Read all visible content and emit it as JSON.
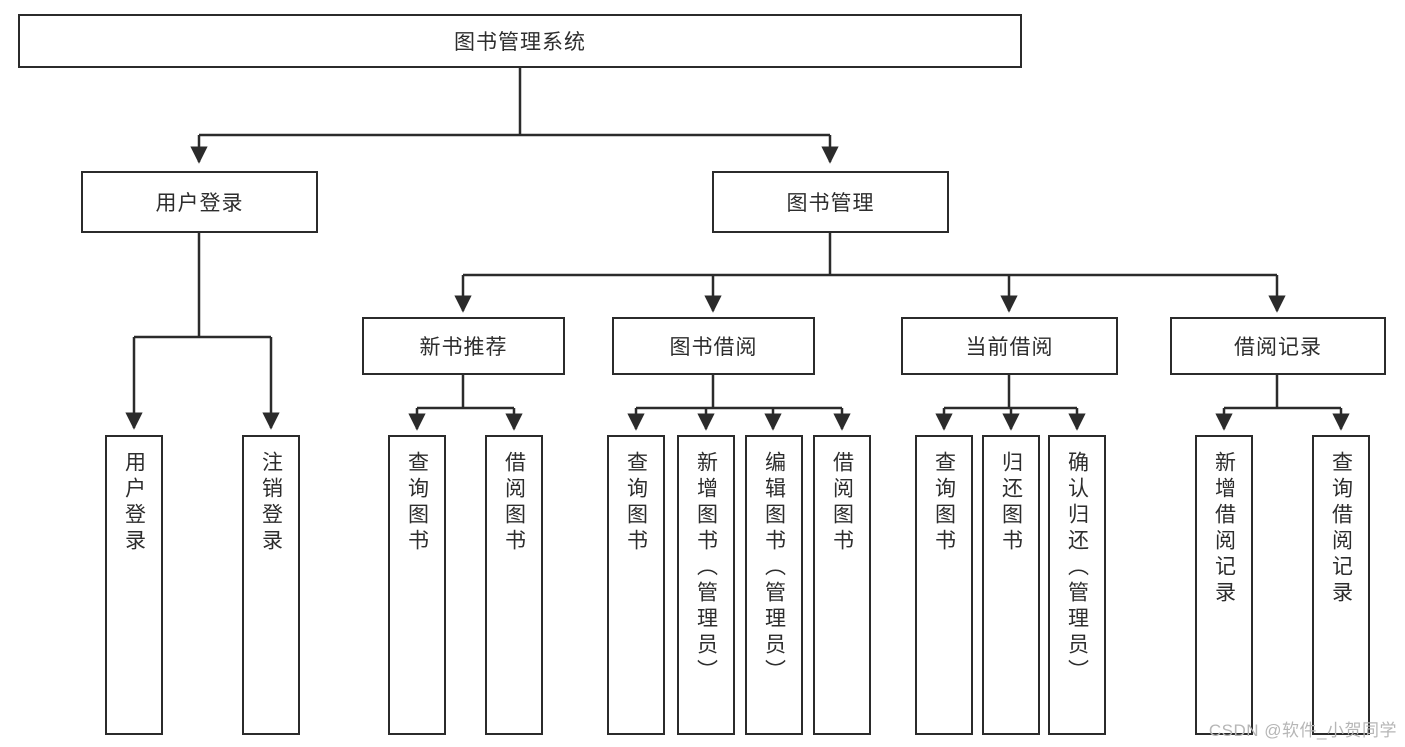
{
  "diagram": {
    "type": "tree-hierarchy-chart",
    "title": "图书管理系统",
    "watermark": "CSDN @软件_小贺同学",
    "colors": {
      "box_border": "#2b2b2b",
      "box_fill": "#ffffff",
      "text": "#2d2d2d",
      "connector": "#2b2b2b",
      "watermark": "#b6b6b6",
      "background": "#ffffff"
    },
    "root": {
      "label": "图书管理系统",
      "orientation": "horizontal"
    },
    "level2": [
      {
        "label": "用户登录",
        "orientation": "horizontal"
      },
      {
        "label": "图书管理",
        "orientation": "horizontal"
      }
    ],
    "level3": [
      {
        "label": "新书推荐",
        "orientation": "horizontal"
      },
      {
        "label": "图书借阅",
        "orientation": "horizontal"
      },
      {
        "label": "当前借阅",
        "orientation": "horizontal"
      },
      {
        "label": "借阅记录",
        "orientation": "horizontal"
      }
    ],
    "leaves": {
      "user_login": [
        {
          "label": "用户登录",
          "orientation": "vertical"
        },
        {
          "label": "注销登录",
          "orientation": "vertical"
        }
      ],
      "new_book_recommend": [
        {
          "label": "查询图书",
          "orientation": "vertical"
        },
        {
          "label": "借阅图书",
          "orientation": "vertical"
        }
      ],
      "book_borrow": [
        {
          "label": "查询图书",
          "orientation": "vertical"
        },
        {
          "label": "新增图书（管理员）",
          "orientation": "vertical"
        },
        {
          "label": "编辑图书（管理员）",
          "orientation": "vertical"
        },
        {
          "label": "借阅图书",
          "orientation": "vertical"
        }
      ],
      "current_borrow": [
        {
          "label": "查询图书",
          "orientation": "vertical"
        },
        {
          "label": "归还图书",
          "orientation": "vertical"
        },
        {
          "label": "确认归还（管理员）",
          "orientation": "vertical"
        }
      ],
      "borrow_record": [
        {
          "label": "新增借阅记录",
          "orientation": "vertical"
        },
        {
          "label": "查询借阅记录",
          "orientation": "vertical"
        }
      ]
    }
  }
}
